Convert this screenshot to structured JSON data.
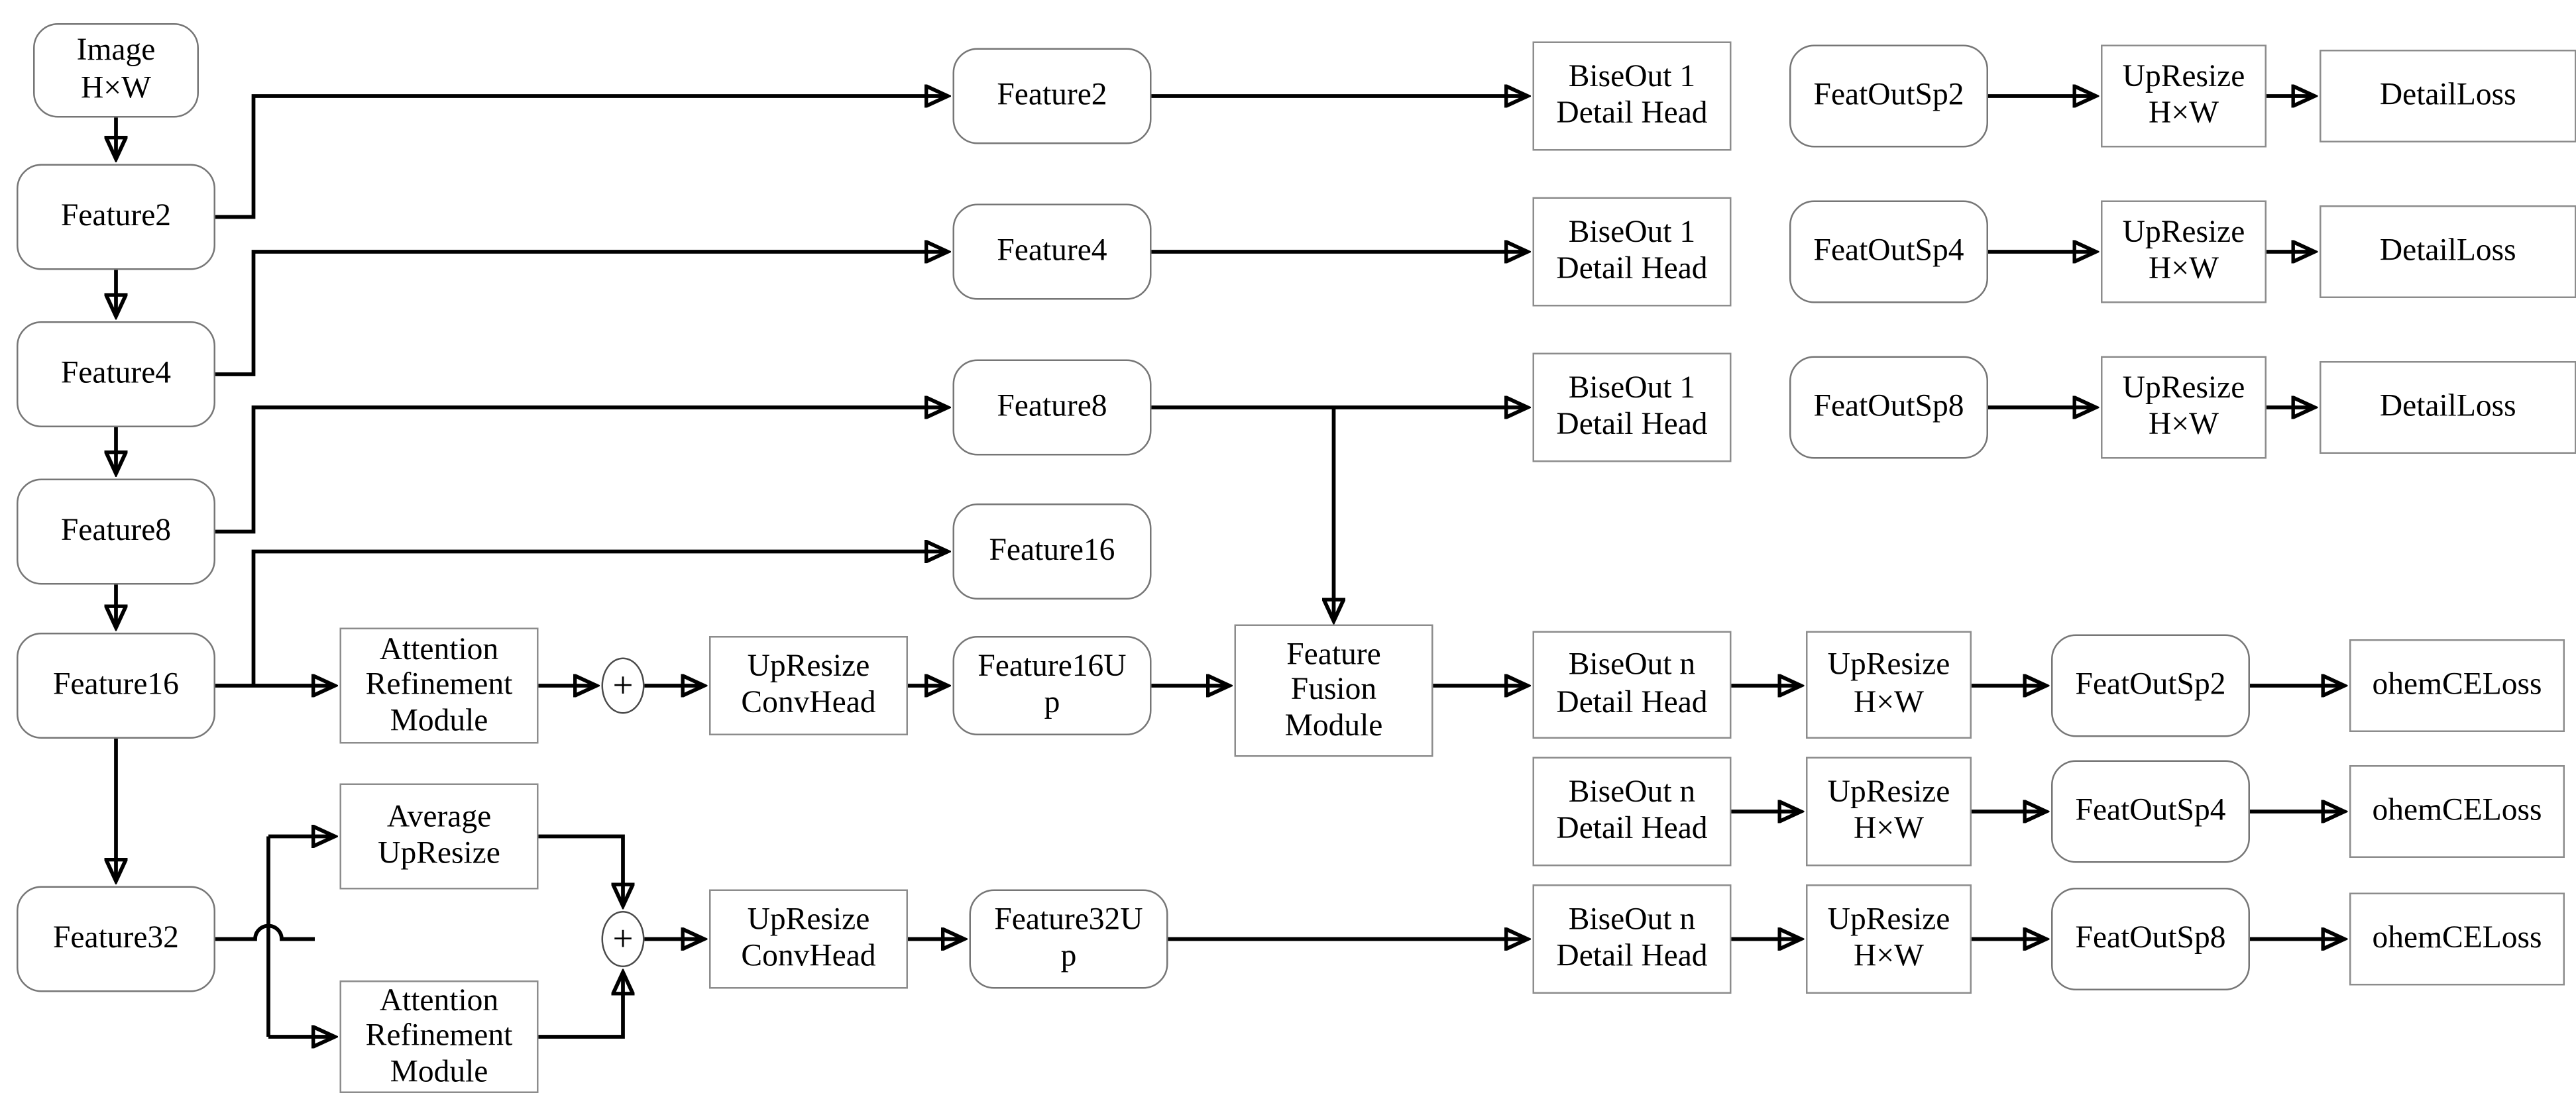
{
  "diagram": {
    "type": "network-architecture-flowchart",
    "colors": {
      "background": "#ffffff",
      "line": "#000000",
      "square_box_border": "#8c8c8c",
      "rounded_box_border": "#767676",
      "text": "#000000"
    },
    "nodes": {
      "image": "Image\nH×W",
      "feature2": "Feature2",
      "feature4": "Feature4",
      "feature8": "Feature8",
      "feature16": "Feature16",
      "feature32": "Feature32",
      "feature2_mid": "Feature2",
      "feature4_mid": "Feature4",
      "feature8_mid": "Feature8",
      "feature16_mid": "Feature16",
      "arm16": "Attention\nRefinement\nModule",
      "plus16": "+",
      "upconv16": "UpResize\nConvHead",
      "feature16_up": "Feature16U\np",
      "ffm": "Feature\nFusion\nModule",
      "avg_upresize": "Average\nUpResize",
      "arm32": "Attention\nRefinement\nModule",
      "plus32": "+",
      "upconv32": "UpResize\nConvHead",
      "feature32_up": "Feature32U\np",
      "biseout1_row1": "BiseOut 1\nDetail Head",
      "biseout1_row2": "BiseOut 1\nDetail Head",
      "biseout1_row3": "BiseOut 1\nDetail Head",
      "featoutsp2_top": "FeatOutSp2",
      "featoutsp4_top": "FeatOutSp4",
      "featoutsp8_top": "FeatOutSp8",
      "upresize_hw_top1": "UpResize\nH×W",
      "upresize_hw_top2": "UpResize\nH×W",
      "upresize_hw_top3": "UpResize\nH×W",
      "detailloss1": "DetailLoss",
      "detailloss2": "DetailLoss",
      "detailloss3": "DetailLoss",
      "biseoutn_row1": "BiseOut n\nDetail Head",
      "biseoutn_row2": "BiseOut n\nDetail Head",
      "biseoutn_row3": "BiseOut n\nDetail Head",
      "upresize_hw_bot1": "UpResize\nH×W",
      "upresize_hw_bot2": "UpResize\nH×W",
      "upresize_hw_bot3": "UpResize\nH×W",
      "featoutsp2_bot": "FeatOutSp2",
      "featoutsp4_bot": "FeatOutSp4",
      "featoutsp8_bot": "FeatOutSp8",
      "ohemceloss1": "ohemCELoss",
      "ohemceloss2": "ohemCELoss",
      "ohemceloss3": "ohemCELoss"
    },
    "edges": [
      {
        "from": "image",
        "to": "feature2"
      },
      {
        "from": "feature2",
        "to": "feature4"
      },
      {
        "from": "feature4",
        "to": "feature8"
      },
      {
        "from": "feature8",
        "to": "feature16"
      },
      {
        "from": "feature16",
        "to": "feature32"
      },
      {
        "from": "feature2",
        "to": "feature2_mid"
      },
      {
        "from": "feature4",
        "to": "feature4_mid"
      },
      {
        "from": "feature8",
        "to": "feature8_mid"
      },
      {
        "from": "feature16",
        "to": "feature16_mid"
      },
      {
        "from": "feature16",
        "to": "arm16"
      },
      {
        "from": "feature2_mid",
        "to": "biseout1_row1"
      },
      {
        "from": "feature4_mid",
        "to": "biseout1_row2"
      },
      {
        "from": "feature8_mid",
        "to": "biseout1_row3"
      },
      {
        "from": "feature8_mid",
        "to": "ffm"
      },
      {
        "from": "arm16",
        "to": "plus16"
      },
      {
        "from": "plus16",
        "to": "upconv16"
      },
      {
        "from": "upconv16",
        "to": "feature16_up"
      },
      {
        "from": "feature16_up",
        "to": "ffm"
      },
      {
        "from": "ffm",
        "to": "biseoutn_row1"
      },
      {
        "from": "biseoutn_row1",
        "to": "upresize_hw_bot1"
      },
      {
        "from": "upresize_hw_bot1",
        "to": "featoutsp2_bot"
      },
      {
        "from": "featoutsp2_bot",
        "to": "ohemceloss1"
      },
      {
        "from": "biseoutn_row2",
        "to": "upresize_hw_bot2"
      },
      {
        "from": "upresize_hw_bot2",
        "to": "featoutsp4_bot"
      },
      {
        "from": "featoutsp4_bot",
        "to": "ohemceloss2"
      },
      {
        "from": "feature32",
        "to": "avg_upresize"
      },
      {
        "from": "feature32",
        "to": "arm32"
      },
      {
        "from": "avg_upresize",
        "to": "plus32"
      },
      {
        "from": "arm32",
        "to": "plus32"
      },
      {
        "from": "plus32",
        "to": "upconv32"
      },
      {
        "from": "upconv32",
        "to": "feature32_up"
      },
      {
        "from": "feature32_up",
        "to": "biseoutn_row3"
      },
      {
        "from": "biseoutn_row3",
        "to": "upresize_hw_bot3"
      },
      {
        "from": "upresize_hw_bot3",
        "to": "featoutsp8_bot"
      },
      {
        "from": "featoutsp8_bot",
        "to": "ohemceloss3"
      },
      {
        "from": "featoutsp2_top",
        "to": "upresize_hw_top1"
      },
      {
        "from": "upresize_hw_top1",
        "to": "detailloss1"
      },
      {
        "from": "featoutsp4_top",
        "to": "upresize_hw_top2"
      },
      {
        "from": "upresize_hw_top2",
        "to": "detailloss2"
      },
      {
        "from": "featoutsp8_top",
        "to": "upresize_hw_top3"
      },
      {
        "from": "upresize_hw_top3",
        "to": "detailloss3"
      }
    ]
  }
}
